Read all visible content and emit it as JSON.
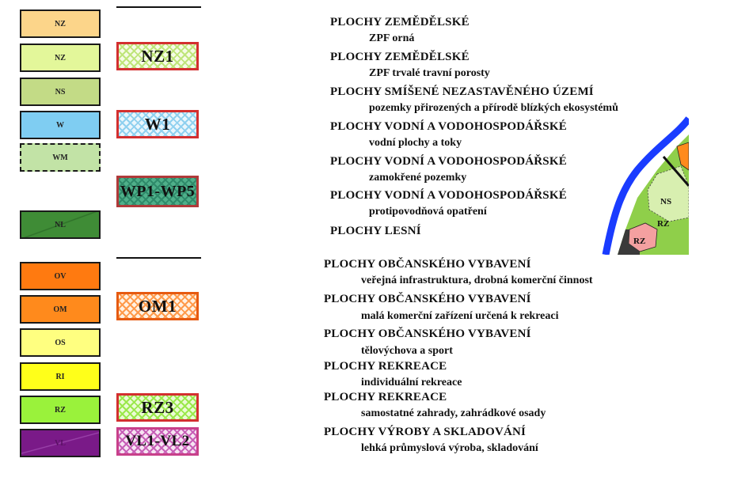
{
  "colors": {
    "NZ_orna": "#fcd58a",
    "NZ_travni": "#e3f79a",
    "NS": "#c3db86",
    "W": "#7fcdf2",
    "WM": "#c2e3a6",
    "NL": "#3f8c36",
    "OV": "#ff7a10",
    "OM": "#ff8a1c",
    "OS": "#ffff80",
    "RI": "#ffff1a",
    "RZ": "#9af23b",
    "VL": "#7a1a88",
    "hatch_border": "#d32f2f"
  },
  "swatches_top": [
    {
      "code": "NZ",
      "fill": "#fcd58a"
    },
    {
      "code": "NZ",
      "fill": "#e3f79a"
    },
    {
      "code": "NS",
      "fill": "#c3db86"
    },
    {
      "code": "W",
      "fill": "#7fcdf2"
    },
    {
      "code": "WM",
      "fill": "#c2e3a6"
    },
    {
      "code": "NL",
      "fill": "#3f8c36"
    }
  ],
  "swatches_bottom": [
    {
      "code": "OV",
      "fill": "#ff7a10"
    },
    {
      "code": "OM",
      "fill": "#ff8a1c"
    },
    {
      "code": "OS",
      "fill": "#ffff80"
    },
    {
      "code": "RI",
      "fill": "#ffff1a"
    },
    {
      "code": "RZ",
      "fill": "#9af23b"
    },
    {
      "code": "VL",
      "fill": "#7a1a88"
    }
  ],
  "hatched": [
    {
      "code": "NZ1"
    },
    {
      "code": "W1"
    },
    {
      "code": "WP1-WP5"
    },
    {
      "code": "OM1"
    },
    {
      "code": "RZ3"
    },
    {
      "code": "VL1-VL2"
    }
  ],
  "legend_top": [
    {
      "title": "PLOCHY ZEMĚDĚLSKÉ",
      "sub": "ZPF orná"
    },
    {
      "title": "PLOCHY ZEMĚDĚLSKÉ",
      "sub": "ZPF trvalé travní porosty"
    },
    {
      "title": "PLOCHY SMÍŠENÉ NEZASTAVĚNÉHO ÚZEMÍ",
      "sub": "pozemky přirozených a přírodě blízkých ekosystémů"
    },
    {
      "title": "PLOCHY VODNÍ A VODOHOSPODÁŘSKÉ",
      "sub": "vodní plochy a toky"
    },
    {
      "title": "PLOCHY VODNÍ A VODOHOSPODÁŘSKÉ",
      "sub": "zamokřené pozemky"
    },
    {
      "title": "PLOCHY VODNÍ A VODOHOSPODÁŘSKÉ",
      "sub": "protipovodňová opatření"
    },
    {
      "title": "PLOCHY LESNÍ",
      "sub": ""
    }
  ],
  "legend_bottom": [
    {
      "title": "PLOCHY OBČANSKÉHO VYBAVENÍ",
      "sub": "veřejná infrastruktura, drobná komerční činnost"
    },
    {
      "title": "PLOCHY OBČANSKÉHO VYBAVENÍ",
      "sub": "malá komerční zařízení  určená k rekreaci"
    },
    {
      "title": "PLOCHY OBČANSKÉHO VYBAVENÍ",
      "sub": "tělovýchova a sport"
    },
    {
      "title": "PLOCHY REKREACE",
      "sub": "individuální rekreace"
    },
    {
      "title": "PLOCHY REKREACE",
      "sub": "samostatné zahrady, zahrádkové osady"
    },
    {
      "title": "PLOCHY VÝROBY A SKLADOVÁNÍ",
      "sub": "lehká průmyslová výroba, skladování"
    }
  ],
  "map_snippet": {
    "labels": [
      "NS",
      "RZ",
      "RZ"
    ]
  }
}
